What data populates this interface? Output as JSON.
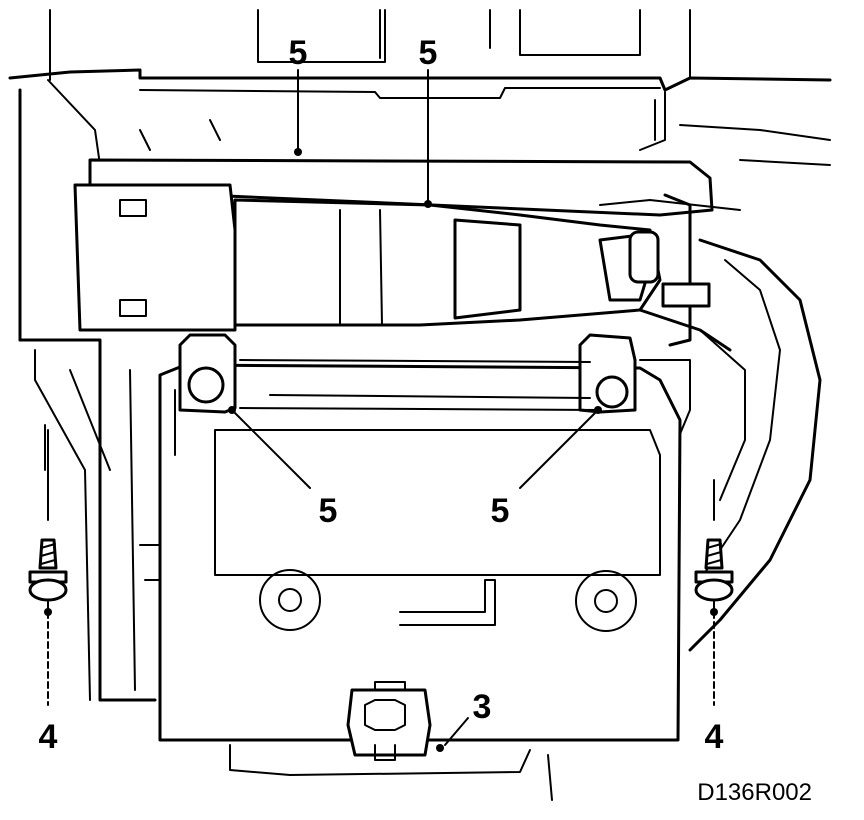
{
  "callouts": {
    "pipe_upper": "5",
    "pipe_center": "5",
    "bolt_left": "5",
    "bolt_right": "5",
    "screw_left": "4",
    "screw_right": "4",
    "connector": "3"
  },
  "figure_id": "D136R002"
}
